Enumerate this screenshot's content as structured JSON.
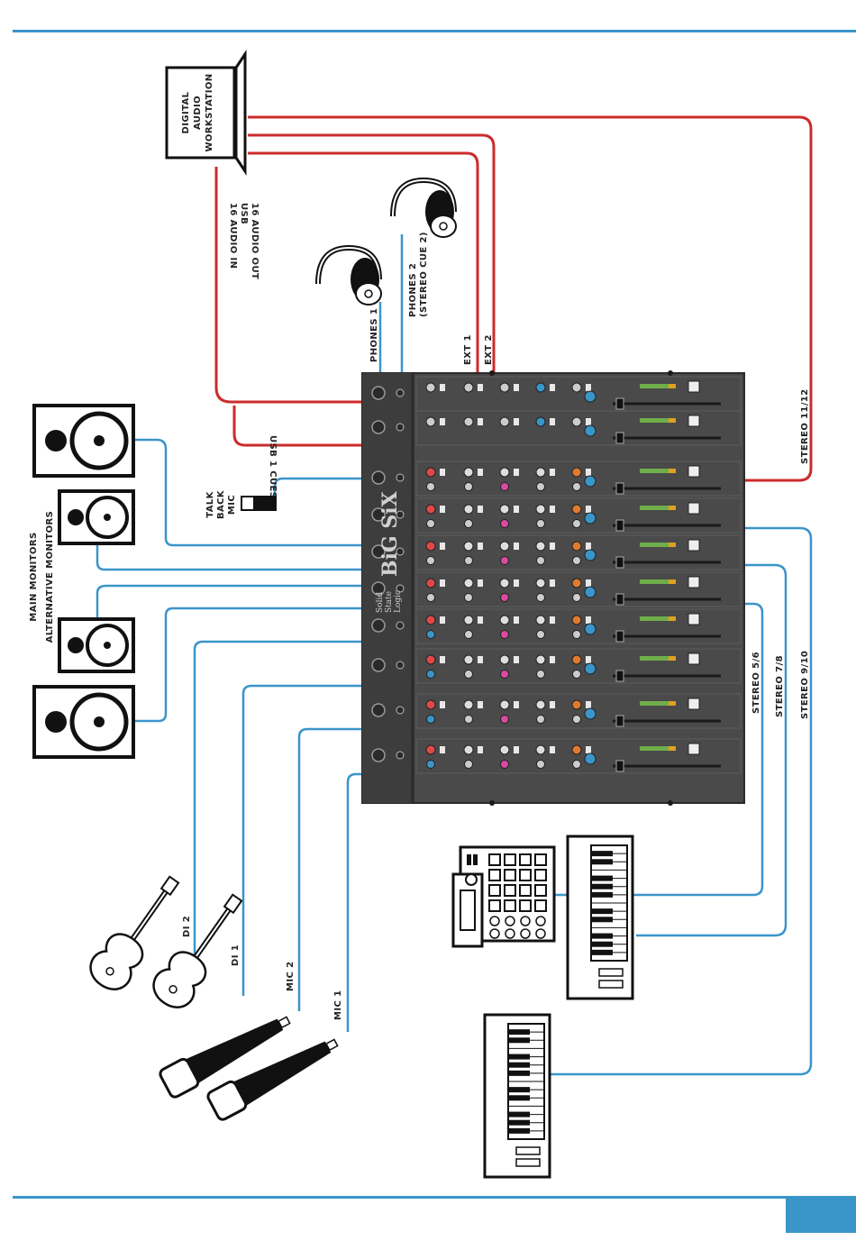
{
  "colors": {
    "cable_blue": "#3a95c9",
    "cable_red": "#cc2b2b",
    "frame_blue": "#3a95c9",
    "console": "#4a4a4a",
    "console_dark": "#2e2e2e"
  },
  "labels": {
    "daw": [
      "DIGITAL",
      "AUDIO",
      "WORKSTATION"
    ],
    "usb_audio": [
      "16 AUDIO IN",
      "USB",
      "16 AUDIO OUT"
    ],
    "phones_1": "PHONES 1",
    "phones_2": [
      "PHONES 2",
      "(STEREO CUE 2)"
    ],
    "ext_1": "EXT 1",
    "ext_2": "EXT 2",
    "stereo_11_12": "STEREO 11/12",
    "usb_cues": "USB 1 CUES",
    "talkback_mic": [
      "TALK",
      "BACK",
      "MIC"
    ],
    "main_monitors": "MAIN MONITORS",
    "alt_monitors": "ALTERNATIVE MONITORS",
    "stereo_5_6": "STEREO 5/6",
    "stereo_7_8": "STEREO 7/8",
    "stereo_9_10": "STEREO 9/10",
    "di_2": "DI 2",
    "di_1": "DI 1",
    "mic_2": "MIC 2",
    "mic_1": "MIC 1"
  },
  "console": {
    "brand": "BiG SiX",
    "maker": [
      "Solid",
      "State",
      "Logic"
    ]
  }
}
